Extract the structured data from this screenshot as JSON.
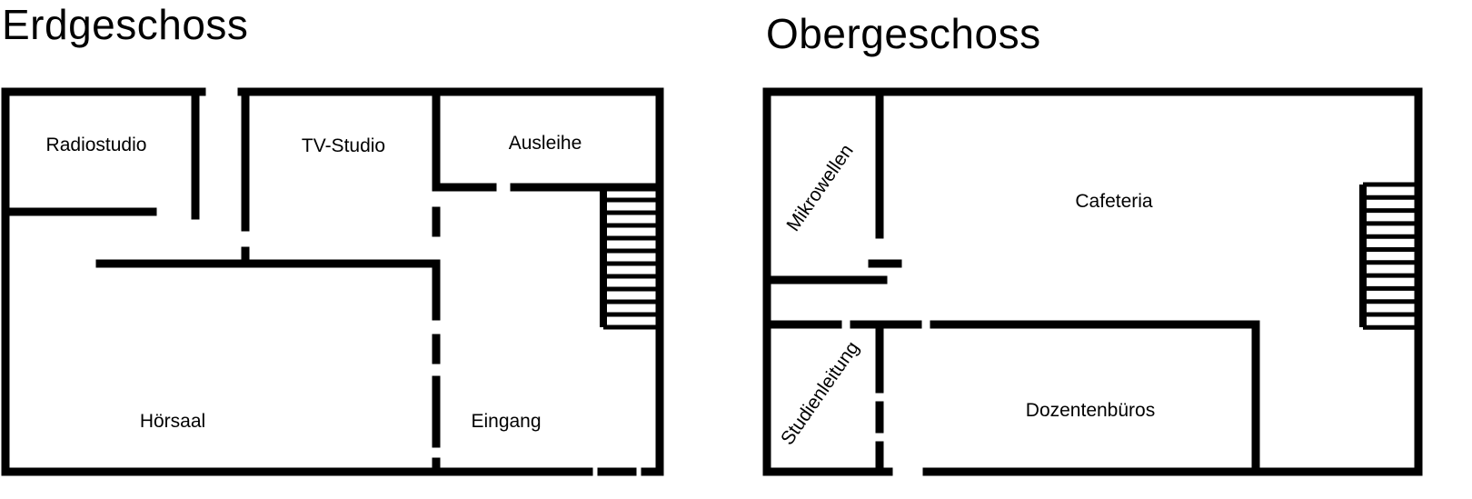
{
  "colors": {
    "wall": "#000000",
    "background": "#ffffff",
    "text": "#000000"
  },
  "floors": [
    {
      "title": "Erdgeschoss",
      "rooms": [
        {
          "name": "radiostudio",
          "label": "Radiostudio"
        },
        {
          "name": "tv-studio",
          "label": "TV-Studio"
        },
        {
          "name": "ausleihe",
          "label": "Ausleihe"
        },
        {
          "name": "hoersaal",
          "label": "Hörsaal"
        },
        {
          "name": "eingang",
          "label": "Eingang"
        }
      ]
    },
    {
      "title": "Obergeschoss",
      "rooms": [
        {
          "name": "mikrowellen",
          "label": "Mikrowellen"
        },
        {
          "name": "cafeteria",
          "label": "Cafeteria"
        },
        {
          "name": "studienleitung",
          "label": "Studienleitung"
        },
        {
          "name": "dozentenbueros",
          "label": "Dozentenbüros"
        }
      ]
    }
  ]
}
